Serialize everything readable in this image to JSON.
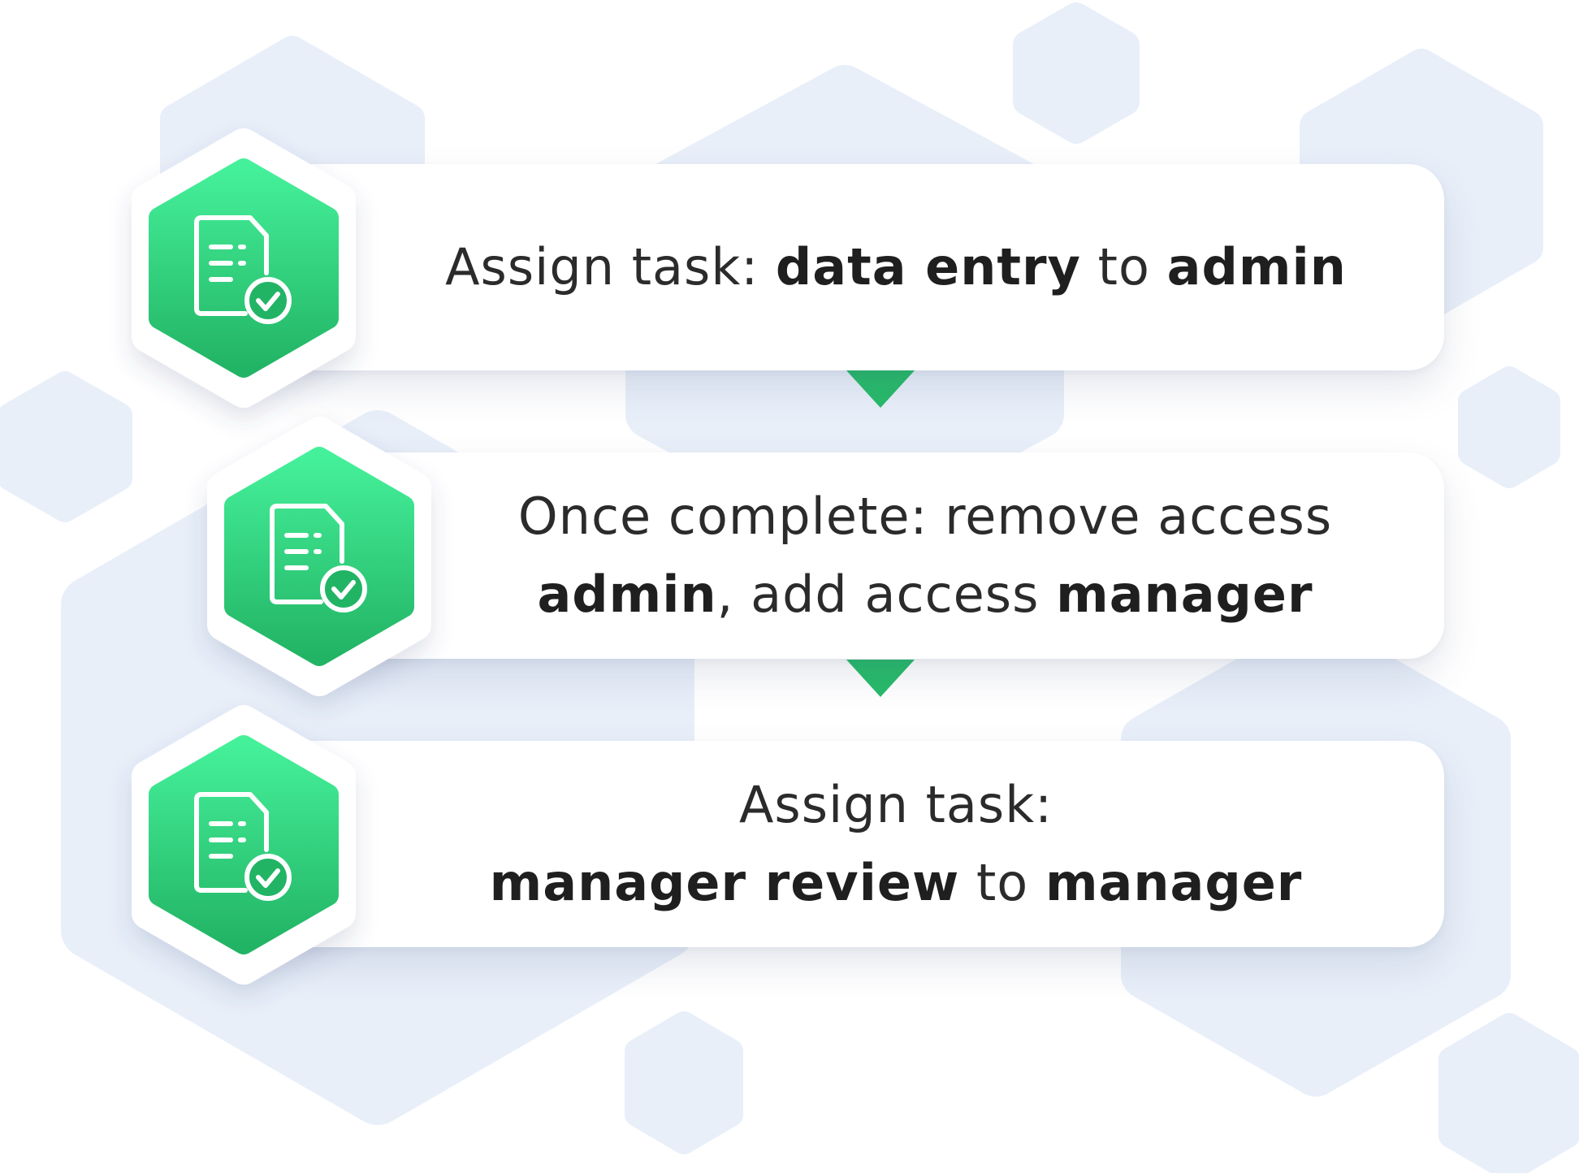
{
  "colors": {
    "background": "#ffffff",
    "hexagon_bg": "#e8eff9",
    "badge_green_top": "#45f09a",
    "badge_green_bottom": "#22b465",
    "arrow": "#27bb6a",
    "text": "#2b2b2b"
  },
  "badge_icon": "document-check-icon",
  "steps": [
    {
      "line1": {
        "t1": "Assign task: ",
        "b1": "data entry",
        "t2": " to ",
        "b2": "admin"
      }
    },
    {
      "line1": {
        "t1": "Once complete: remove access"
      },
      "line2": {
        "b1": "admin",
        "t1": ", add access ",
        "b2": "manager"
      }
    },
    {
      "line1": {
        "t1": "Assign task:"
      },
      "line2": {
        "b1": "manager review",
        "t1": " to ",
        "b2": "manager"
      }
    }
  ]
}
